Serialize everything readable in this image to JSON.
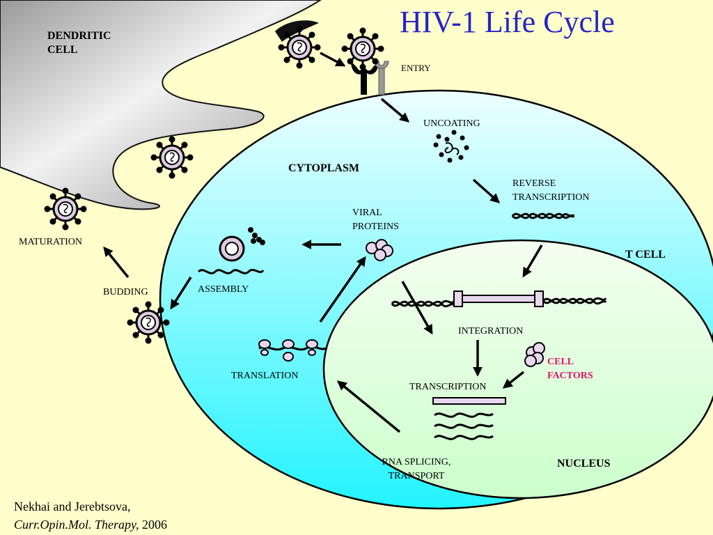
{
  "title": "HIV-1 Life Cycle",
  "labels": {
    "dendritic_line1": "DENDRITIC",
    "dendritic_line2": "CELL",
    "entry": "ENTRY",
    "uncoating": "UNCOATING",
    "cytoplasm": "CYTOPLASM",
    "reverse_line1": "REVERSE",
    "reverse_line2": "TRANSCRIPTION",
    "viral_line1": "VIRAL",
    "viral_line2": "PROTEINS",
    "maturation": "MATURATION",
    "assembly": "ASSEMBLY",
    "budding": "BUDDING",
    "t_cell": "T CELL",
    "integration": "INTEGRATION",
    "cell_factors_line1": "CELL",
    "cell_factors_line2": "FACTORS",
    "translation": "TRANSLATION",
    "transcription": "TRANSCRIPTION",
    "rna_line1": "RNA SPLICING,",
    "rna_line2": "TRANSPORT",
    "nucleus": "NUCLEUS"
  },
  "citation": {
    "authors": "Nekhai and Jerebtsova,",
    "journal": "Curr.Opin.Mol. Therapy,",
    "year": "2006"
  },
  "colors": {
    "background": "#FFFFCC",
    "title": "#2424C8",
    "cell_factors": "#E0106A",
    "t_cell_top": "#EEFFFF",
    "t_cell_bottom": "#22F4FF",
    "nucleus_top": "#F4FFF0",
    "nucleus_bottom": "#CCFFCC"
  }
}
